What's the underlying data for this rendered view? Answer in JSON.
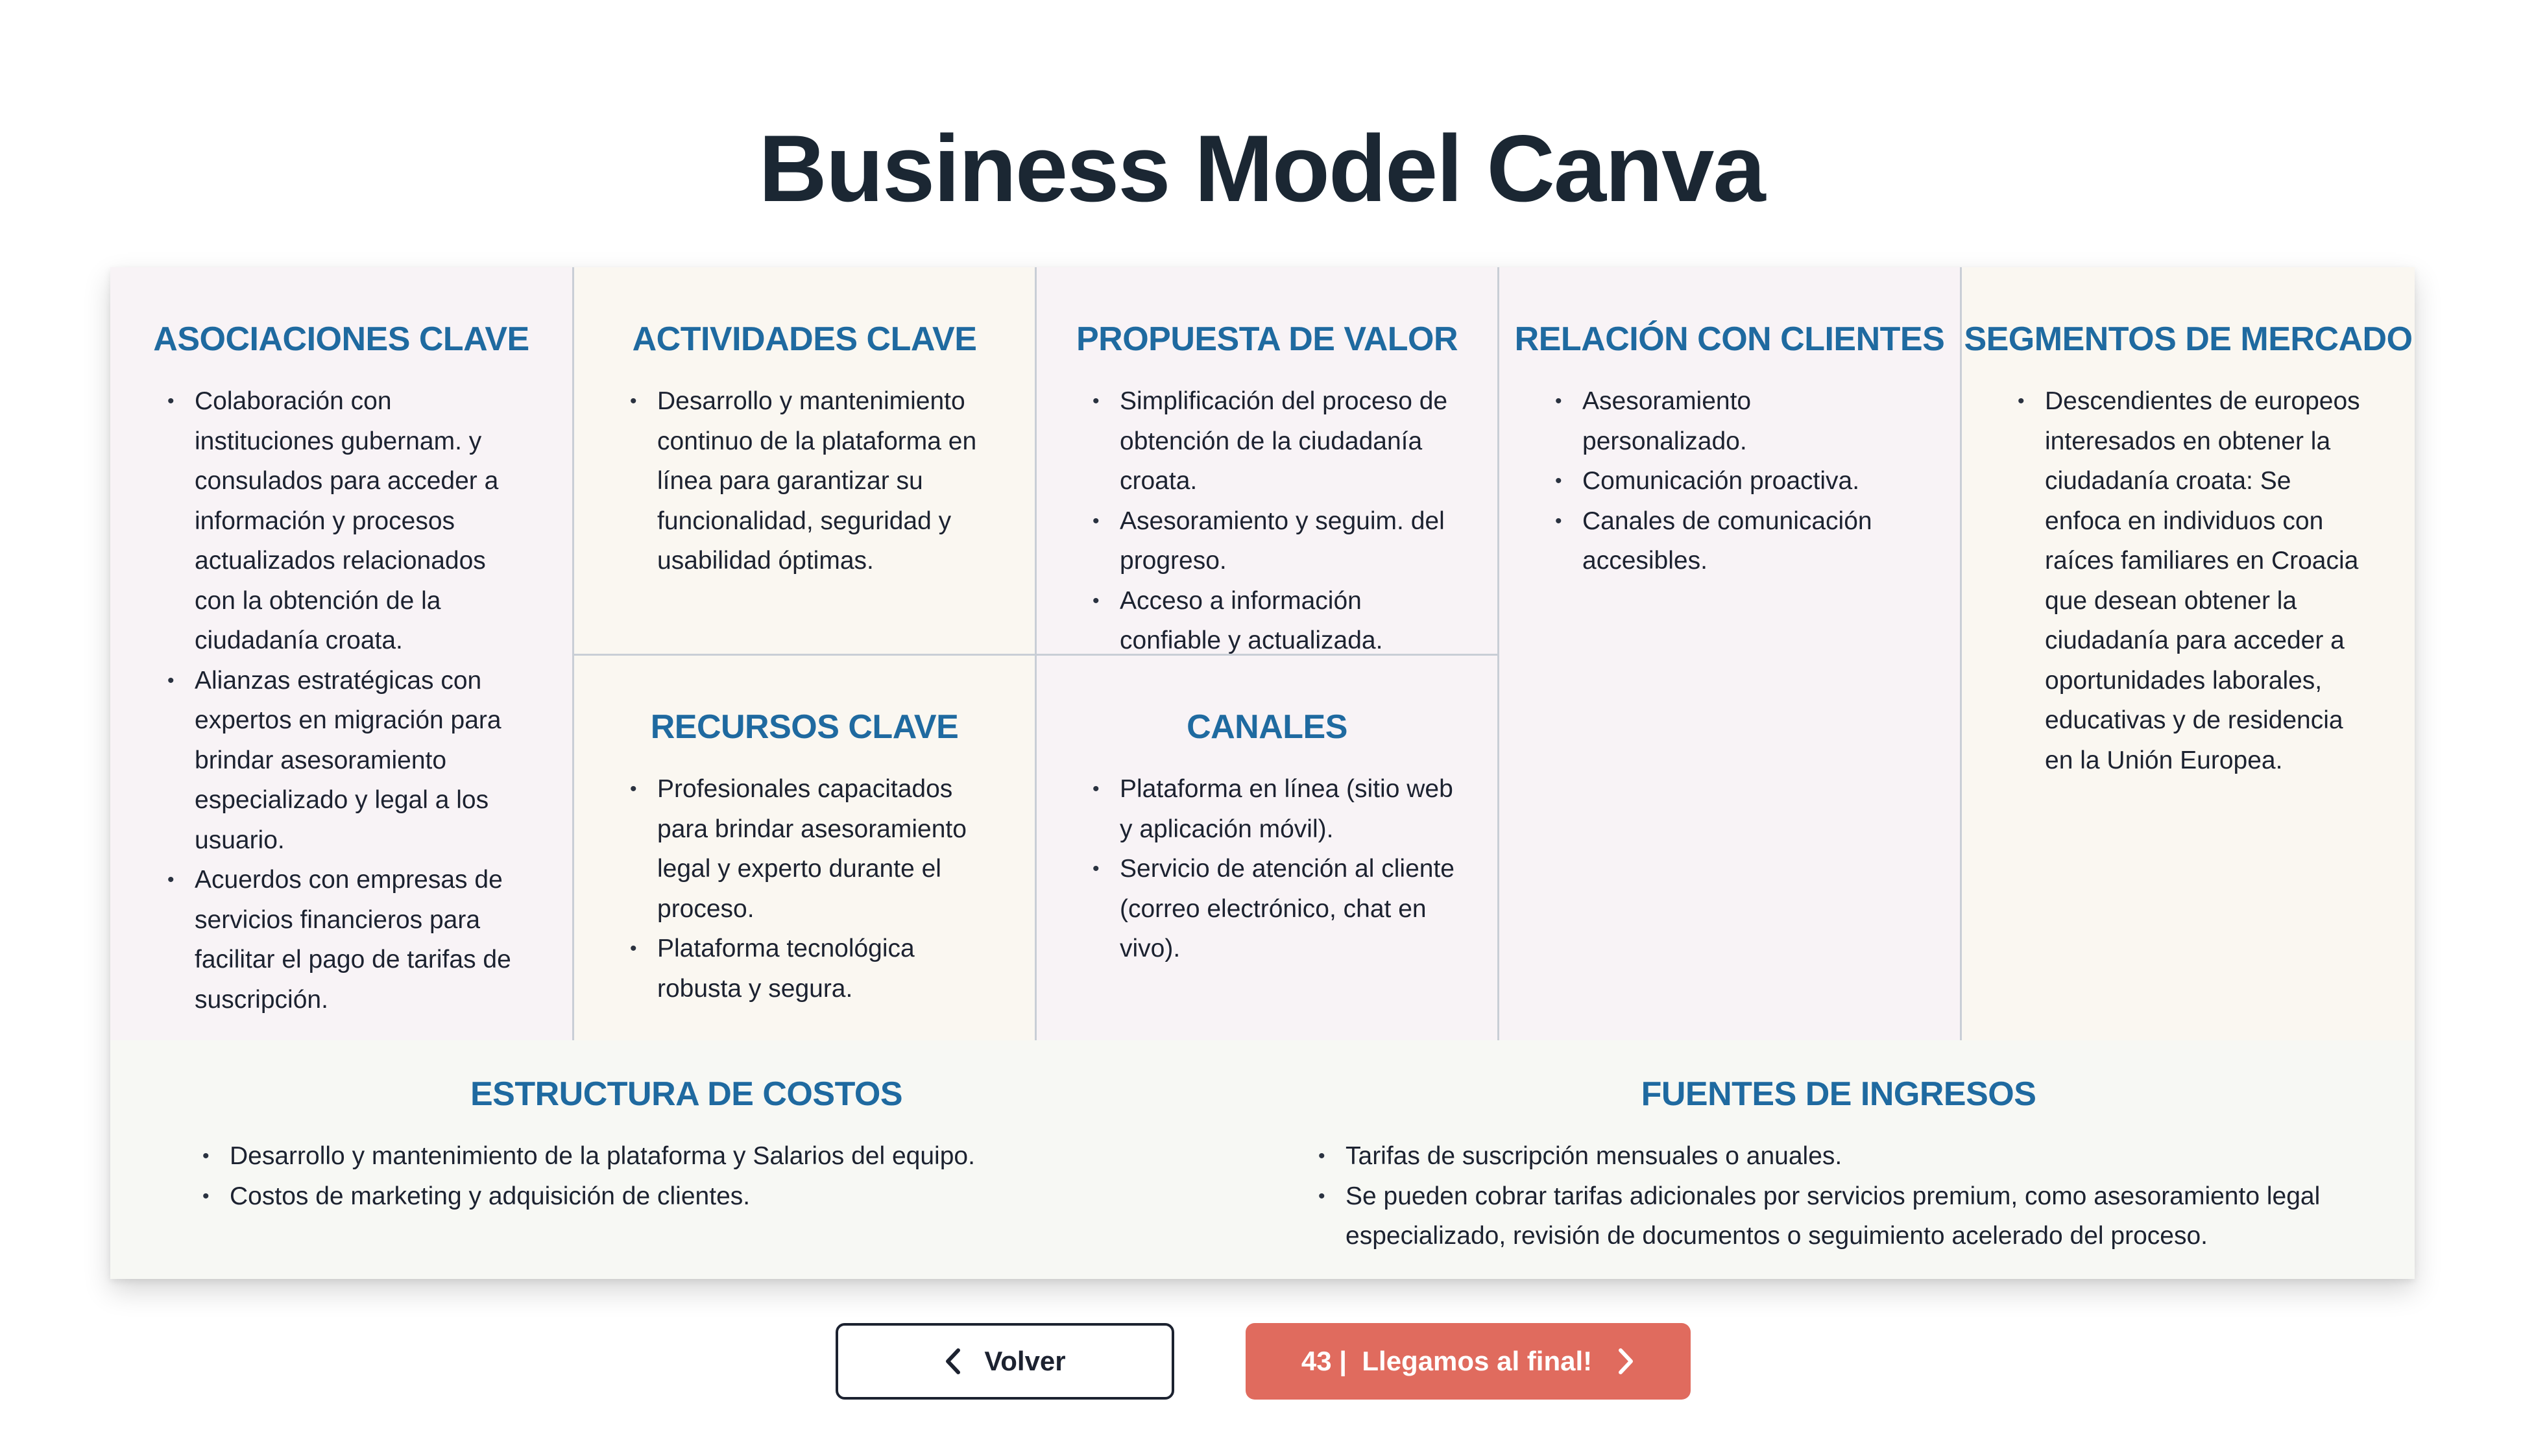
{
  "page": {
    "title": "Business Model Canva"
  },
  "asociaciones": {
    "title": "ASOCIACIONES CLAVE",
    "items": [
      "Colaboración con instituciones gubernam. y consulados para acceder a información y procesos actualizados relacionados con la obtención de la ciudadanía croata.",
      "Alianzas estratégicas con expertos en migración para brindar asesoramiento especializado y legal a los usuario.",
      "Acuerdos con empresas de servicios financieros para facilitar el pago de tarifas de suscripción."
    ]
  },
  "actividades": {
    "title": "ACTIVIDADES CLAVE",
    "items": [
      "Desarrollo y mantenimiento continuo de la plataforma en línea para garantizar su funcionalidad, seguridad y usabilidad óptimas."
    ]
  },
  "recursos": {
    "title": "RECURSOS CLAVE",
    "items": [
      "Profesionales capacitados para brindar asesoramiento legal y experto durante el proceso.",
      "Plataforma tecnológica robusta y segura."
    ]
  },
  "propuesta": {
    "title": "PROPUESTA DE VALOR",
    "items": [
      "Simplificación del proceso de obtención de la ciudadanía croata.",
      "Asesoramiento y seguim. del progreso.",
      "Acceso a información confiable y actualizada."
    ]
  },
  "canales": {
    "title": "CANALES",
    "items": [
      "Plataforma en línea (sitio web y aplicación móvil).",
      "Servicio de atención al cliente (correo electrónico, chat en vivo)."
    ]
  },
  "relacion": {
    "title": "RELACIÓN CON CLIENTES",
    "items": [
      "Asesoramiento personalizado.",
      "Comunicación proactiva.",
      "Canales de comunicación accesibles."
    ]
  },
  "segmentos": {
    "title": "SEGMENTOS DE MERCADO",
    "items": [
      "Descendientes de europeos interesados en obtener la ciudadanía croata: Se enfoca en individuos con raíces familiares en Croacia que desean obtener la ciudadanía para acceder a oportunidades laborales, educativas y de residencia en la Unión Europea."
    ]
  },
  "costos": {
    "title": "ESTRUCTURA DE COSTOS",
    "items": [
      "Desarrollo y mantenimiento de la plataforma y Salarios del equipo.",
      "Costos de marketing y adquisición de clientes."
    ]
  },
  "ingresos": {
    "title": "FUENTES DE INGRESOS",
    "items": [
      "Tarifas de suscripción mensuales o anuales.",
      "Se pueden cobrar tarifas adicionales por servicios premium, como asesoramiento legal especializado, revisión de documentos o seguimiento acelerado del proceso."
    ]
  },
  "nav": {
    "back_label": "Volver",
    "next_label": "43 |  Llegamos al final!"
  },
  "colors": {
    "heading": "#1f6aa0",
    "cell_pink": "#f8f3f6",
    "cell_cream": "#faf7f1",
    "bottom_bg": "#f7f8f4",
    "next_button": "#e06b5e"
  },
  "icons": {
    "back": "chevron-left-icon",
    "next": "chevron-right-icon"
  }
}
